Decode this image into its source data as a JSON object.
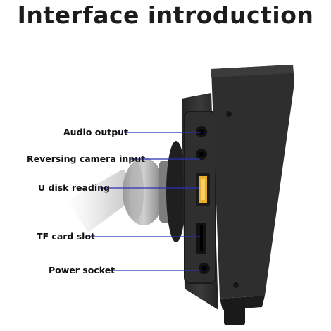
{
  "title": "Interface introduction",
  "colors": {
    "leader_line": "#2a2fb8",
    "device_body": "#2b2b2b",
    "usb_port": "#e8b02a",
    "mount_arm": "#8f8f8f"
  },
  "ports": [
    {
      "label": "Audio output"
    },
    {
      "label": "Reversing camera input"
    },
    {
      "label": "U disk reading"
    },
    {
      "label": "TF card slot"
    },
    {
      "label": "Power socket"
    }
  ]
}
